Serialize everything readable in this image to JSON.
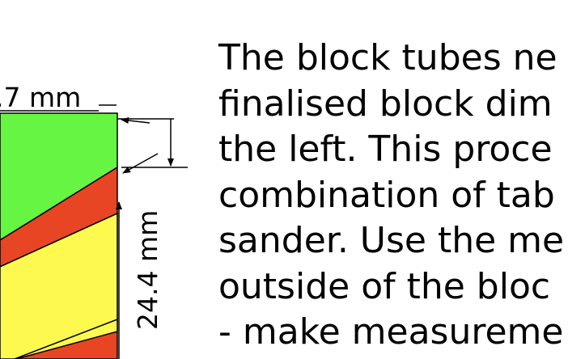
{
  "dimensions": {
    "top_width": ".7 mm",
    "side_height": "24.4 mm"
  },
  "body_text": {
    "lines": [
      "The block tubes ne",
      "finalised block dim",
      "the left. This proce",
      "combination of tab",
      "sander. Use the me",
      "outside of the bloc",
      "- make measureme"
    ]
  },
  "colors": {
    "green": "#66f542",
    "red": "#e84524",
    "yellow": "#fdf94f",
    "outline": "#000000"
  }
}
